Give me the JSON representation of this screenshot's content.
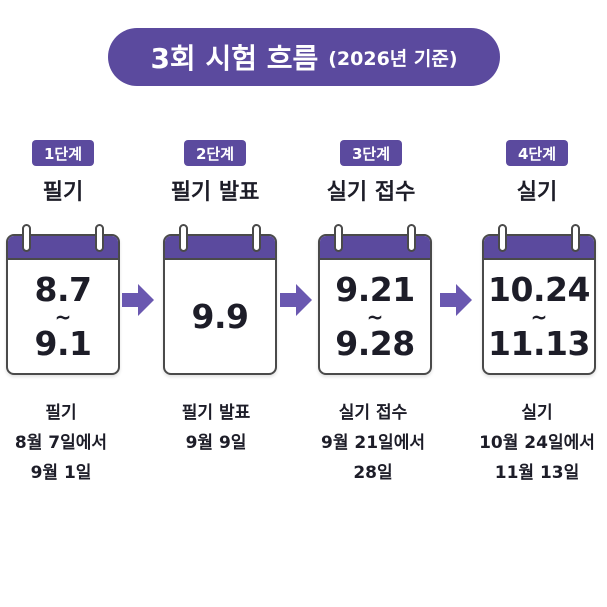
{
  "title": {
    "main": "3회 시험 흐름",
    "sub": "(2026년 기준)"
  },
  "stages": [
    {
      "badge": "1단계",
      "label": "필기",
      "date_start": "8.7",
      "tilde": "~",
      "date_end": "9.1",
      "desc": [
        "필기",
        "8월 7일에서",
        "9월 1일"
      ]
    },
    {
      "badge": "2단계",
      "label": "필기 발표",
      "date_single": "9.9",
      "desc": [
        "필기 발표",
        "9월 9일"
      ]
    },
    {
      "badge": "3단계",
      "label": "실기 접수",
      "date_start": "9.21",
      "tilde": "~",
      "date_end": "9.28",
      "desc": [
        "실기 접수",
        "9월 21일에서",
        "28일"
      ]
    },
    {
      "badge": "4단계",
      "label": "실기",
      "date_start": "10.24",
      "tilde": "~",
      "date_end": "11.13",
      "desc": [
        "실기",
        "10월 24일에서",
        "11월 13일"
      ]
    }
  ],
  "colors": {
    "accent": "#5b4a9e",
    "arrow": "#6a58b0",
    "text": "#1d1d28"
  },
  "icons": {
    "connector": "right-arrow-icon",
    "calendar": "calendar-icon"
  }
}
